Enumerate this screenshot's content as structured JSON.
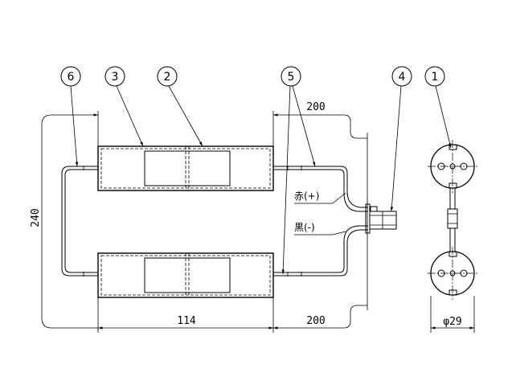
{
  "callouts": [
    "6",
    "3",
    "2",
    "5",
    "4",
    "1"
  ],
  "dimensions": {
    "top_length": "200",
    "height": "240",
    "pack_width": "114",
    "bottom_length": "200",
    "diameter": "φ29"
  },
  "wire_labels": {
    "red": "赤(+)",
    "black": "黒(-)"
  },
  "colors": {
    "line": "#000000",
    "background": "#ffffff"
  }
}
